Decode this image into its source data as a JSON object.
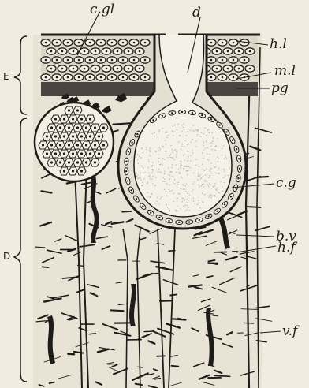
{
  "figure": {
    "labels": {
      "c_gl_top": "c.gl",
      "d": "d",
      "h_l": "h.l",
      "m_l": "m.l",
      "pg": "pg",
      "c_g_right": "c.g",
      "b_v": "b.v",
      "h_f": "h.f",
      "v_f": "v.f"
    },
    "side_labels": {
      "epidermis": "E",
      "dermis": "D"
    }
  },
  "colors": {
    "paper": "#f1ece0",
    "ink": "#1e1c18",
    "stipple": "#d4cfc3"
  }
}
